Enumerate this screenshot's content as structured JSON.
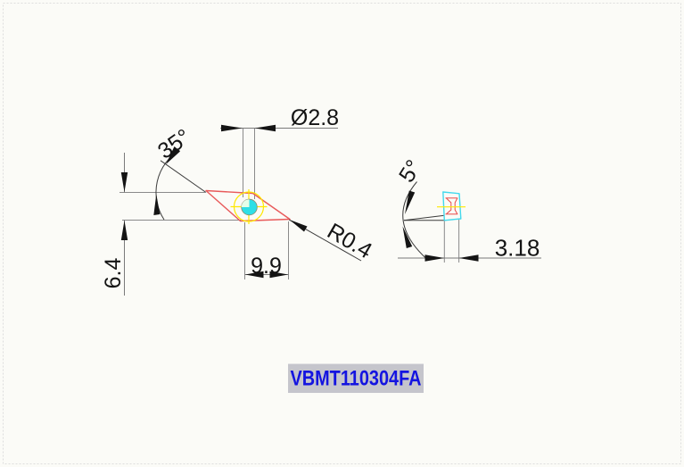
{
  "drawing": {
    "front_view": {
      "nose_angle_label": "35°",
      "hole_diameter_label": "Ø2.8",
      "corner_radius_label": "R0.4",
      "cutting_edge_length_label": "9.9",
      "height_label": "6.4"
    },
    "side_view": {
      "clearance_angle_label": "5°",
      "thickness_label": "3.18"
    },
    "part_number": "VBMT110304FA"
  },
  "colors": {
    "outline_red": "#e85a5a",
    "centerline_yellow": "#ffe800",
    "hole_fill_cyan": "#2ddfe6",
    "hole_quadrant_pale": "#e4ffe9",
    "side_outline_cyan": "#43d8ec",
    "hole_profile_red": "#e84848",
    "label_highlight": "#c5c5cc",
    "label_text_blue": "#1414e0"
  }
}
